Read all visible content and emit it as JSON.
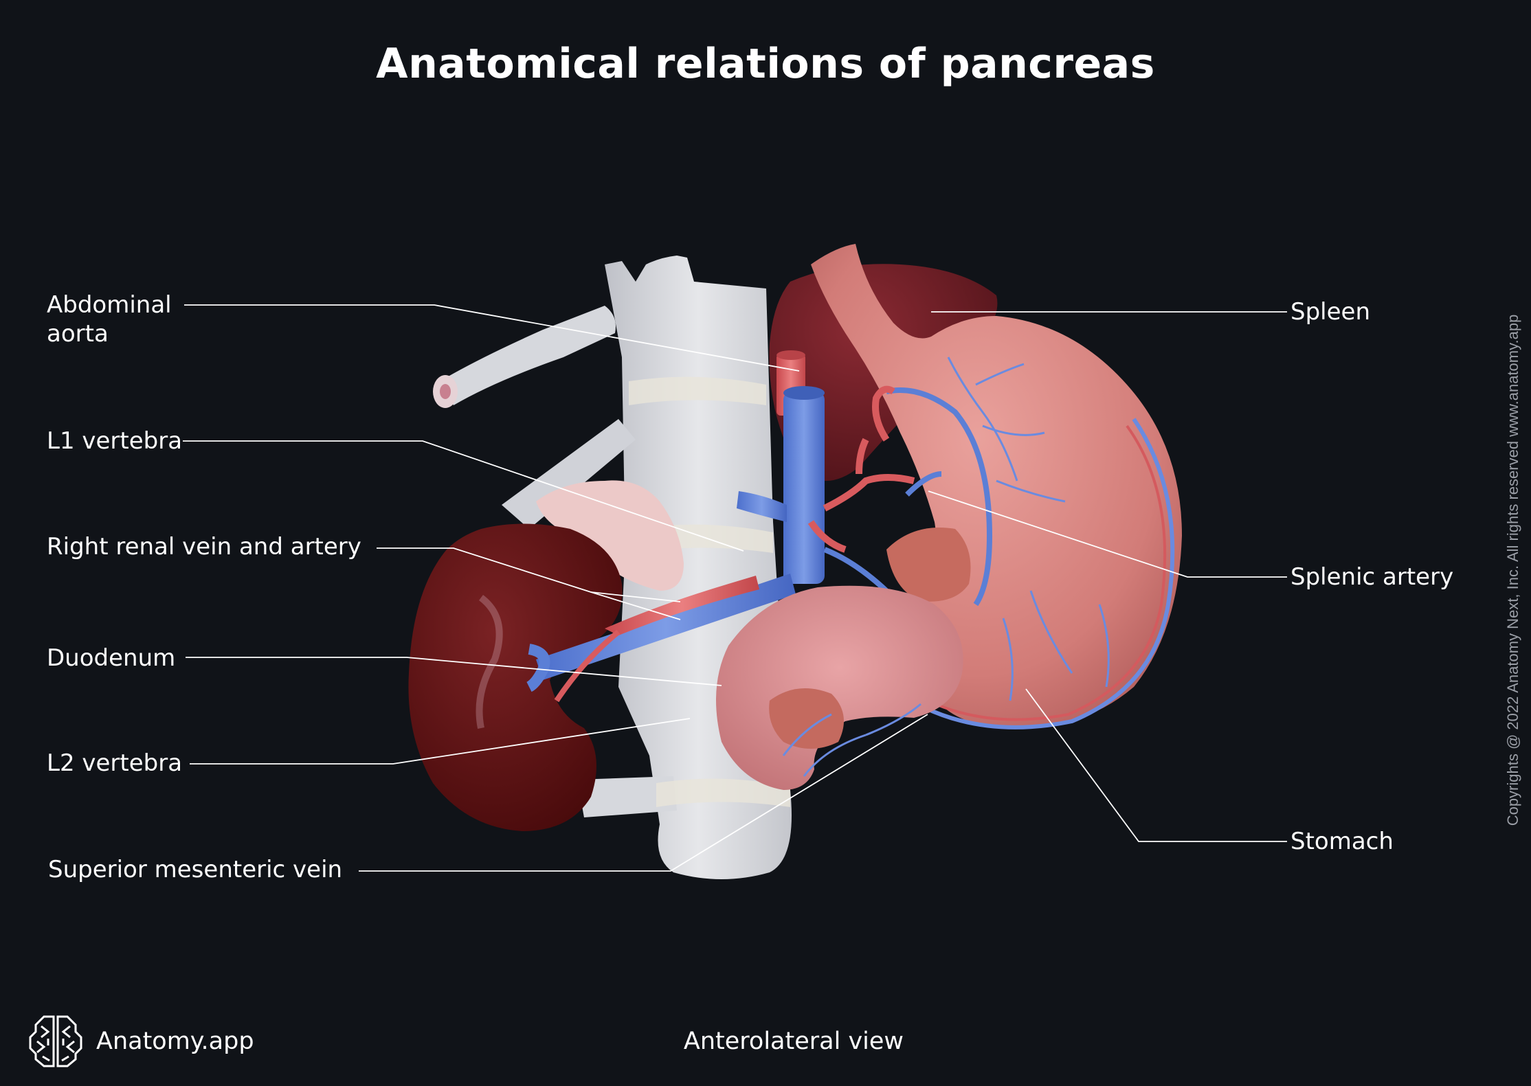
{
  "title": "Anatomical relations of pancreas",
  "view": "Anterolateral view",
  "brand": {
    "name": "Anatomy.app",
    "logo_icon": "brain-logo-icon"
  },
  "copyright": "Copyrights @ 2022 Anatomy Next, Inc. All rights reserved www.anatomy.app",
  "labels": {
    "left": [
      {
        "id": "abdominal-aorta",
        "lines": [
          "Abdominal",
          "aorta"
        ]
      },
      {
        "id": "l1-vertebra",
        "text": "L1 vertebra"
      },
      {
        "id": "right-renal-vein-and-artery",
        "text": "Right renal vein and artery"
      },
      {
        "id": "duodenum",
        "text": "Duodenum"
      },
      {
        "id": "l2-vertebra",
        "text": "L2 vertebra"
      },
      {
        "id": "superior-mesenteric-vein",
        "text": "Superior mesenteric vein"
      }
    ],
    "right": [
      {
        "id": "spleen",
        "text": "Spleen"
      },
      {
        "id": "splenic-artery",
        "text": "Splenic artery"
      },
      {
        "id": "stomach",
        "text": "Stomach"
      }
    ]
  },
  "colors": {
    "background": "#101318",
    "bone": "#dcdde2",
    "kidney": "#5a0f0f",
    "stomach": "#d9837f",
    "spleen": "#6e1d24",
    "vein": "#5b7fd6",
    "artery": "#d85b5e",
    "adrenal": "#ecc9c8",
    "leader_line": "#ffffff"
  }
}
